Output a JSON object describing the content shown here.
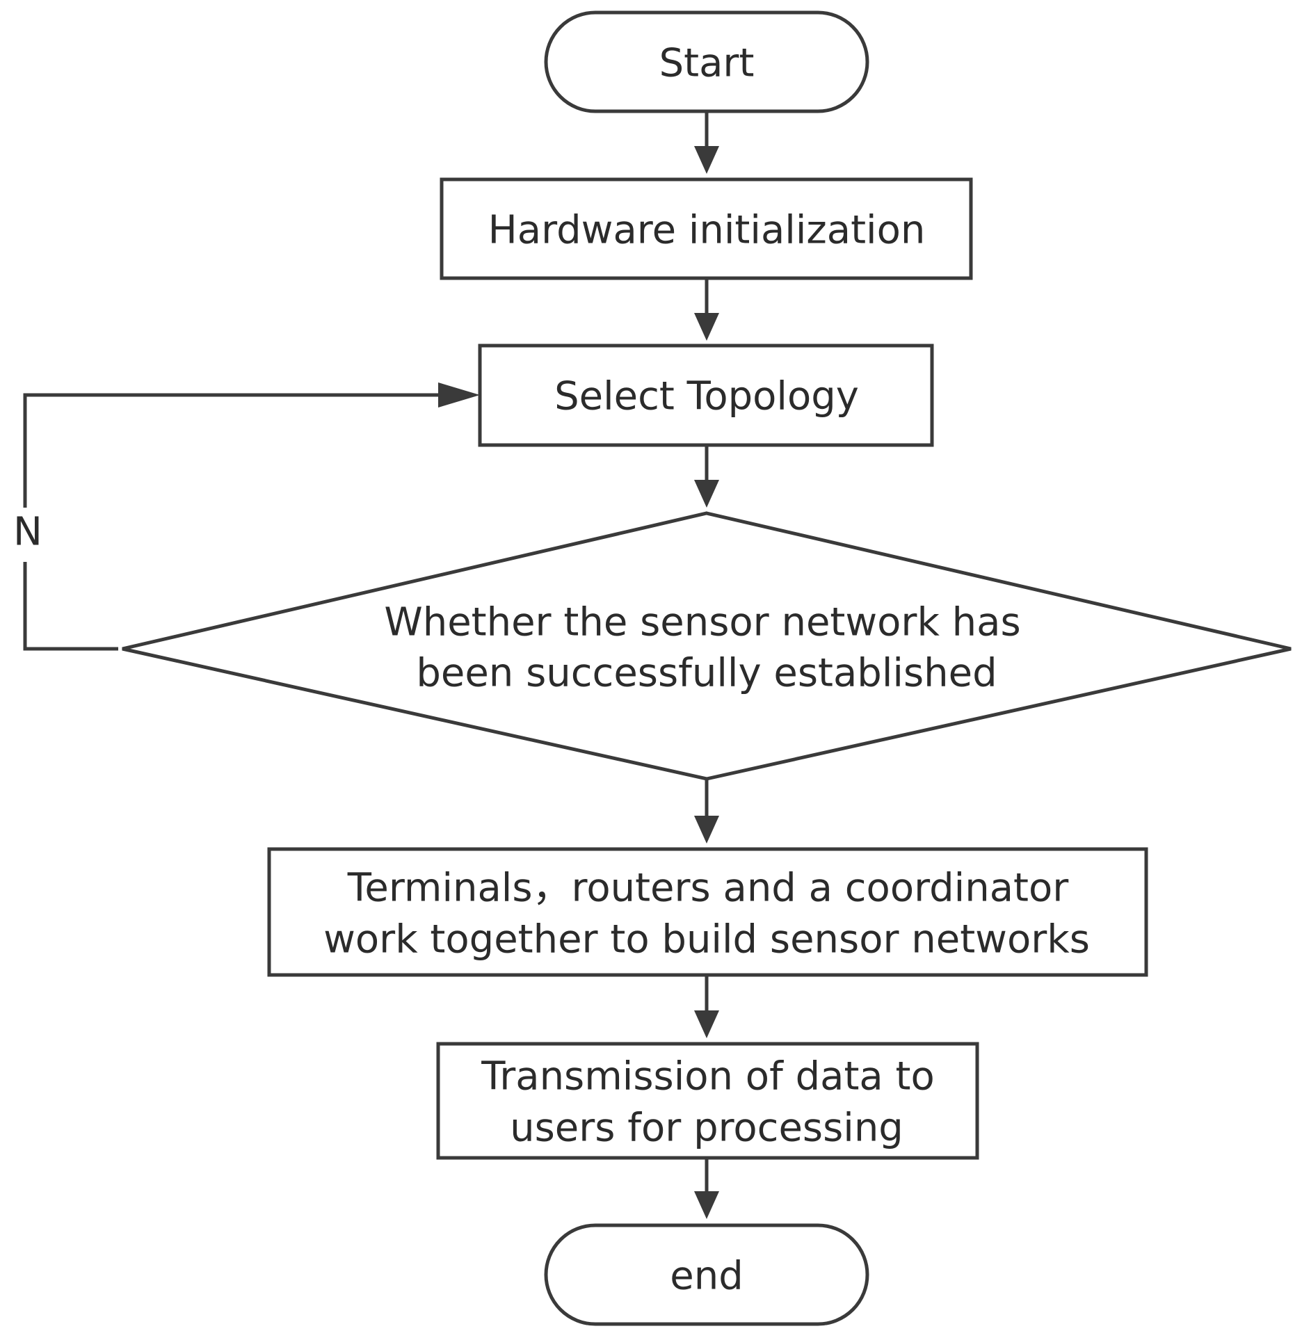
{
  "diagram": {
    "type": "flowchart",
    "colors": {
      "stroke": "#3a3a3a",
      "text": "#2b2b2b",
      "background": "#ffffff"
    },
    "nodes": {
      "start": {
        "shape": "terminal",
        "lines": [
          "Start"
        ]
      },
      "hardware_init": {
        "shape": "process",
        "lines": [
          "Hardware initialization"
        ]
      },
      "select_topology": {
        "shape": "process",
        "lines": [
          "Select Topology"
        ]
      },
      "decision": {
        "shape": "decision",
        "lines": [
          "Whether the sensor network has",
          "been successfully established"
        ]
      },
      "build_network": {
        "shape": "process",
        "lines": [
          "Terminals，routers and a coordinator",
          "work together to build sensor networks"
        ]
      },
      "transmit": {
        "shape": "process",
        "lines": [
          "Transmission of data to",
          "users for processing"
        ]
      },
      "end": {
        "shape": "terminal",
        "lines": [
          "end"
        ]
      }
    },
    "edges": [
      {
        "from": "start",
        "to": "hardware_init",
        "label": ""
      },
      {
        "from": "hardware_init",
        "to": "select_topology",
        "label": ""
      },
      {
        "from": "select_topology",
        "to": "decision",
        "label": ""
      },
      {
        "from": "decision",
        "to": "select_topology",
        "label": "N"
      },
      {
        "from": "decision",
        "to": "build_network",
        "label": ""
      },
      {
        "from": "build_network",
        "to": "transmit",
        "label": ""
      },
      {
        "from": "transmit",
        "to": "end",
        "label": ""
      }
    ],
    "loop_label": "N"
  }
}
